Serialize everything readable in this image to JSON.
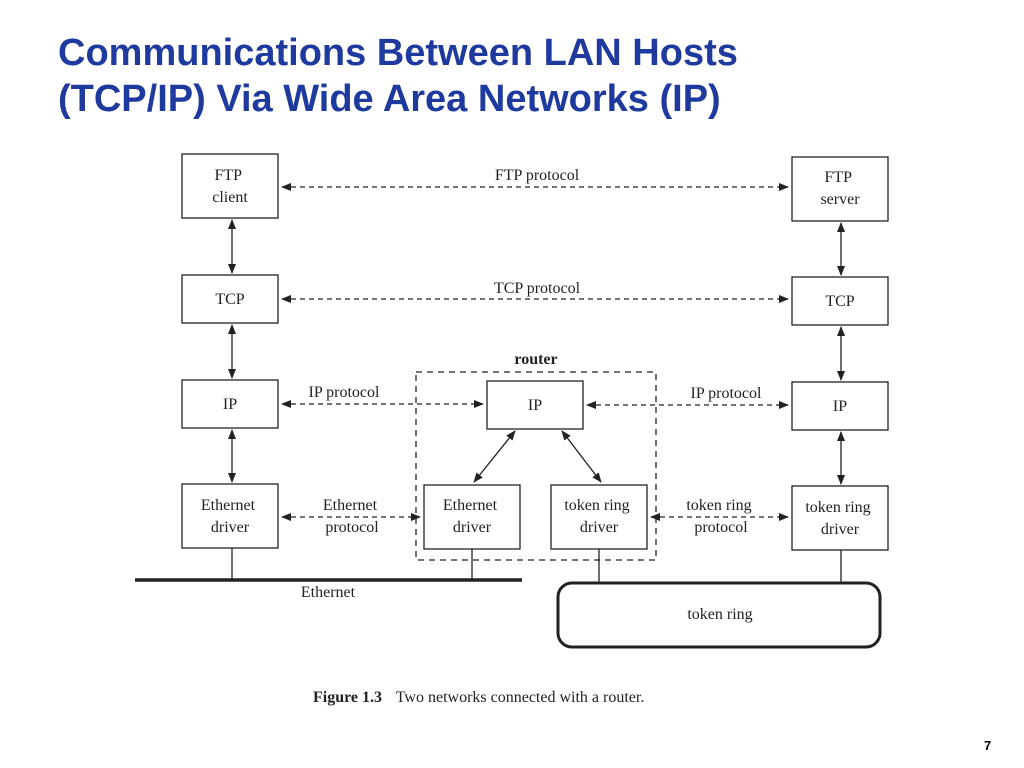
{
  "slide": {
    "title_line1": "Communications Between LAN Hosts",
    "title_line2": "(TCP/IP) Via Wide Area Networks (IP)",
    "page_number": "7"
  },
  "figure": {
    "left_host": {
      "app": [
        "FTP",
        "client"
      ],
      "tcp": "TCP",
      "ip": "IP",
      "driver": [
        "Ethernet",
        "driver"
      ]
    },
    "right_host": {
      "app": [
        "FTP",
        "server"
      ],
      "tcp": "TCP",
      "ip": "IP",
      "driver": [
        "token ring",
        "driver"
      ]
    },
    "router": {
      "label": "router",
      "ip": "IP",
      "eth_driver": [
        "Ethernet",
        "driver"
      ],
      "tr_driver": [
        "token ring",
        "driver"
      ]
    },
    "protocols": {
      "ftp": "FTP protocol",
      "tcp": "TCP protocol",
      "ip_left": "IP protocol",
      "ip_right": "IP protocol",
      "ethernet": [
        "Ethernet",
        "protocol"
      ],
      "token_ring": [
        "token ring",
        "protocol"
      ]
    },
    "networks": {
      "ethernet": "Ethernet",
      "token_ring": "token ring"
    },
    "caption": {
      "label": "Figure 1.3",
      "text": "Two networks connected with a router."
    }
  }
}
